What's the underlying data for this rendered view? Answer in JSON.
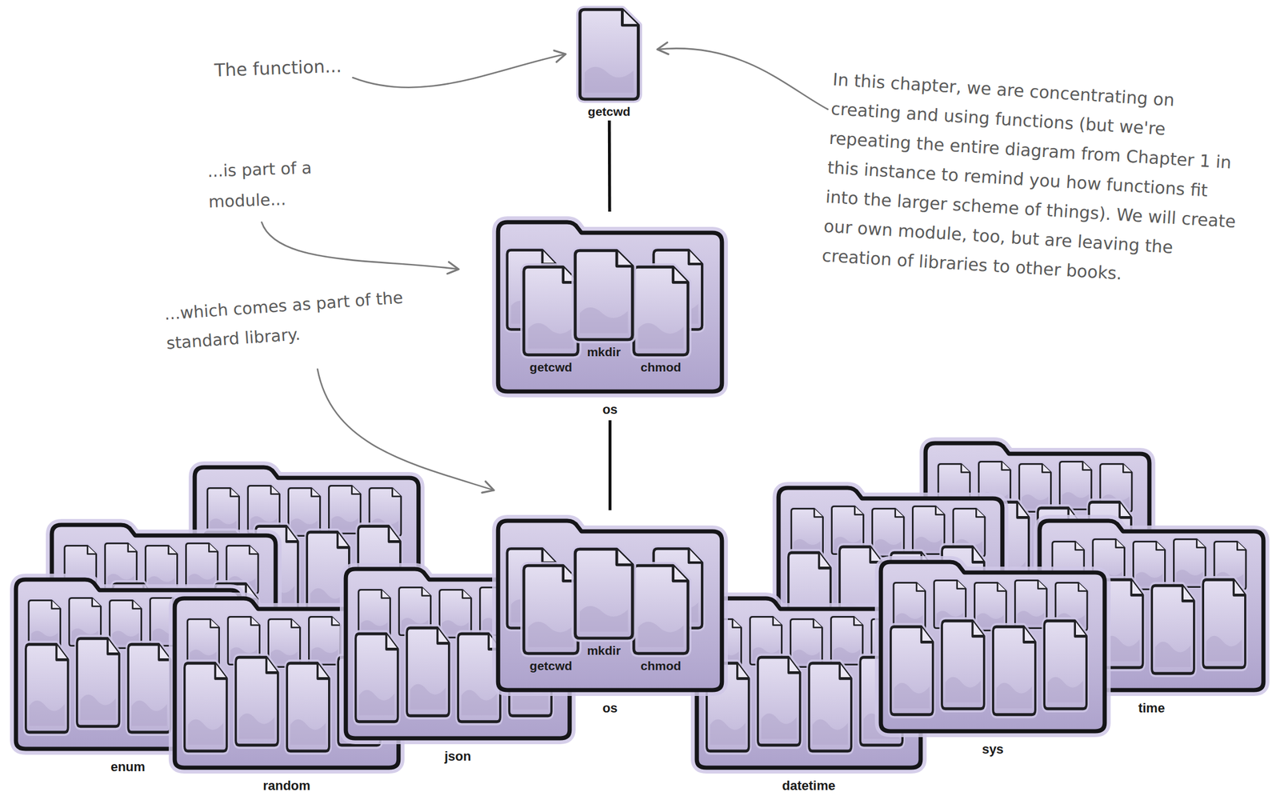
{
  "diagram": {
    "nodes": [
      {
        "text": [
          "getcwd"
        ]
      },
      {
        "text": [
          "os"
        ]
      },
      {
        "text": [
          "getcwd"
        ],
        "in": 1
      },
      {
        "text": [
          "mkdir"
        ],
        "in": 1
      },
      {
        "text": [
          "chmod"
        ],
        "in": 1
      },
      {
        "text": [
          "enum"
        ]
      },
      {
        "text": [
          "random"
        ]
      },
      {
        "text": [
          "json"
        ]
      },
      {
        "text": [
          "os"
        ]
      },
      {
        "text": [
          "getcwd"
        ],
        "in": 8
      },
      {
        "text": [
          "mkdir"
        ],
        "in": 8
      },
      {
        "text": [
          "chmod"
        ],
        "in": 8
      },
      {
        "text": [
          "datetime"
        ]
      },
      {
        "text": [
          "sys"
        ]
      },
      {
        "text": [
          "time"
        ]
      }
    ],
    "edges": [
      {
        "from": 0,
        "to": 1,
        "arrow": "none"
      },
      {
        "from": 1,
        "to": 8,
        "arrow": "none"
      }
    ],
    "labels": [
      "The function...",
      "...is part of a module...",
      "...which comes as part of the standard library.",
      "In this chapter, we are concentrating on creating and using functions (but we're repeating the entire diagram from Chapter 1 in this instance to remind you how functions fit into the larger scheme of things). We will create our own module, too, but are leaving the creation of libraries to other books."
    ]
  }
}
